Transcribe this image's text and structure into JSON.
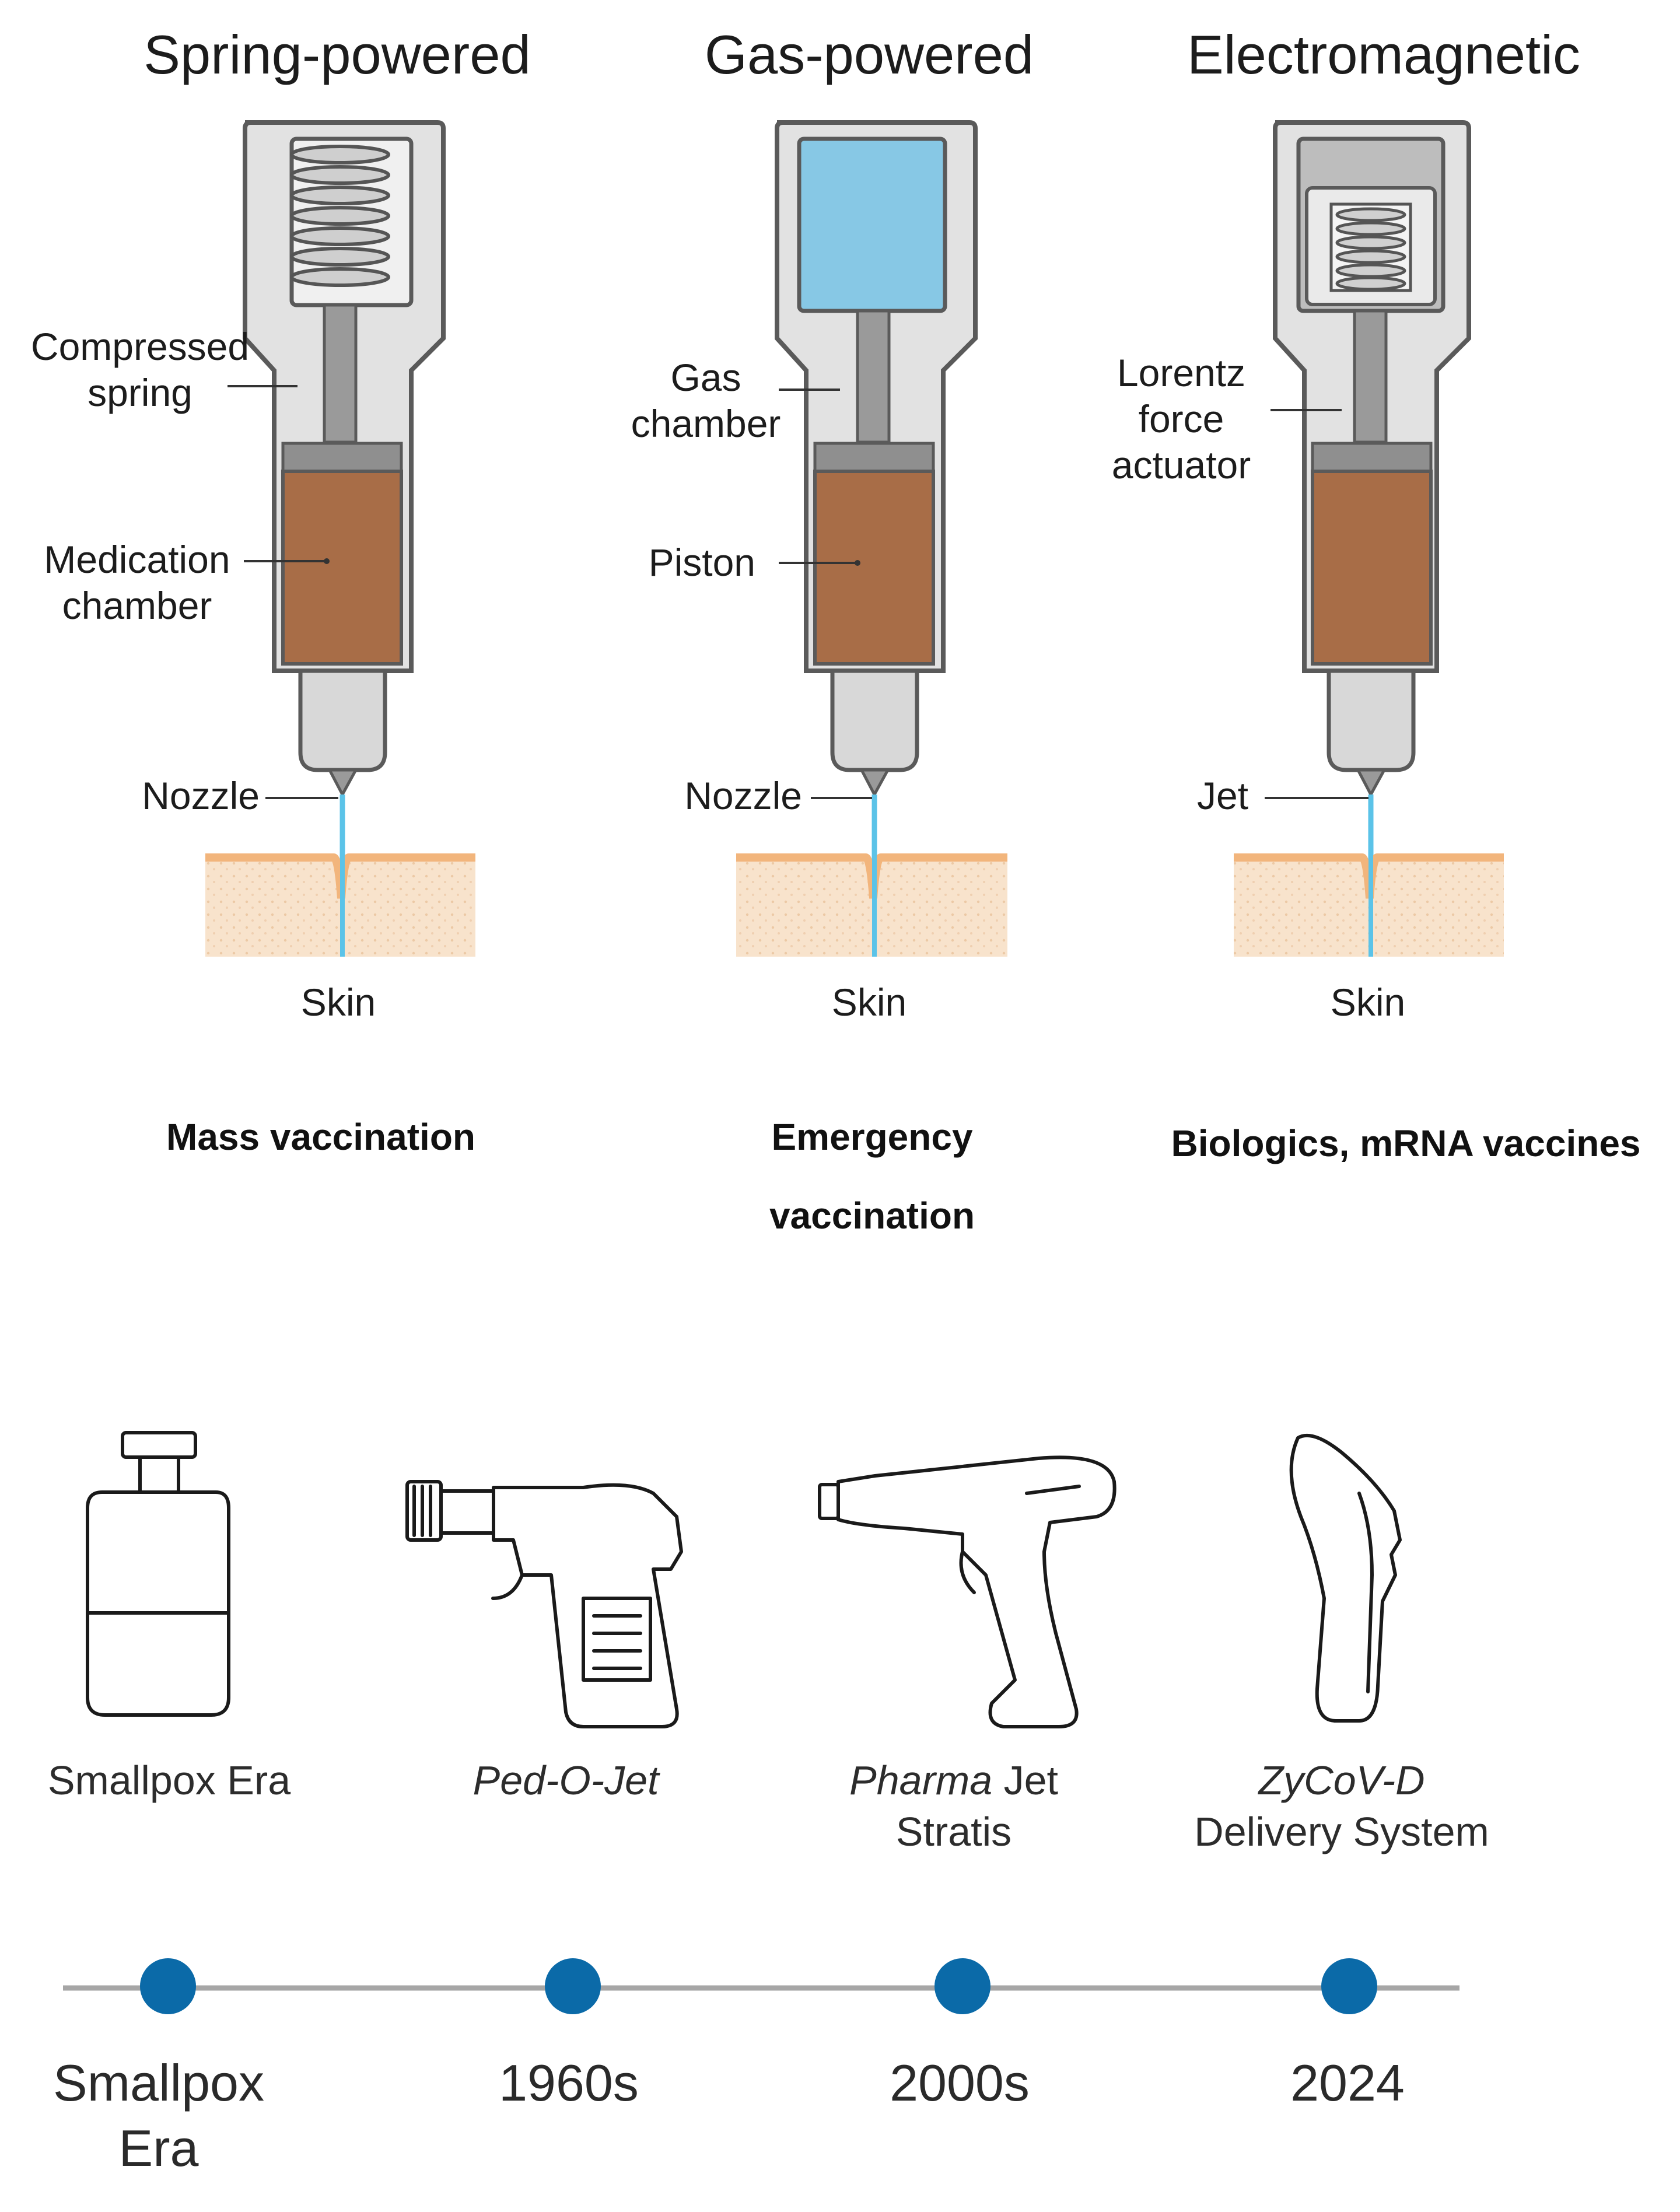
{
  "injectors": [
    {
      "title": "Spring-powered",
      "labels": {
        "upper": "Compressed\nspring",
        "middle": "Medication\nchamber",
        "tip": "Nozzle"
      },
      "skin": "Skin",
      "use": "Mass vaccination",
      "reservoir": "spring"
    },
    {
      "title": "Gas-powered",
      "labels": {
        "upper": "Gas\nchamber",
        "middle": "Piston",
        "tip": "Nozzle"
      },
      "skin": "Skin",
      "use": "Emergency\nvaccination",
      "reservoir": "gas"
    },
    {
      "title": "Electromagnetic",
      "labels": {
        "upper": "Lorentz\nforce\nactuator",
        "middle": "",
        "tip": "Jet"
      },
      "skin": "Skin",
      "use": "Biologics, mRNA vaccines",
      "reservoir": "coil"
    }
  ],
  "devices": [
    {
      "icon": "vial-icon",
      "name_italic": "",
      "name_plain": "Smallpox Era"
    },
    {
      "icon": "jet-gun-icon",
      "name_italic": "Ped-O-Jet",
      "name_plain": ""
    },
    {
      "icon": "pistol-injector-icon",
      "name_italic": "Pharma",
      "name_plain": " Jet\nStratis"
    },
    {
      "icon": "handheld-injector-icon",
      "name_italic": "ZyCoV-D",
      "name_plain": "\nDelivery System"
    }
  ],
  "timeline": [
    "Smallpox\nEra",
    "1960s",
    "2000s",
    "2024"
  ],
  "colors": {
    "medication": "#a86d47",
    "gas": "#87c8e5",
    "jet": "#5bc3e8",
    "body": "#e2e2e2",
    "outline": "#5a5a5a",
    "skin_top": "#f2b57c",
    "skin": "#f8e3cc",
    "timeline_dot": "#0b6aa8",
    "timeline_line": "#a6a6a6"
  }
}
